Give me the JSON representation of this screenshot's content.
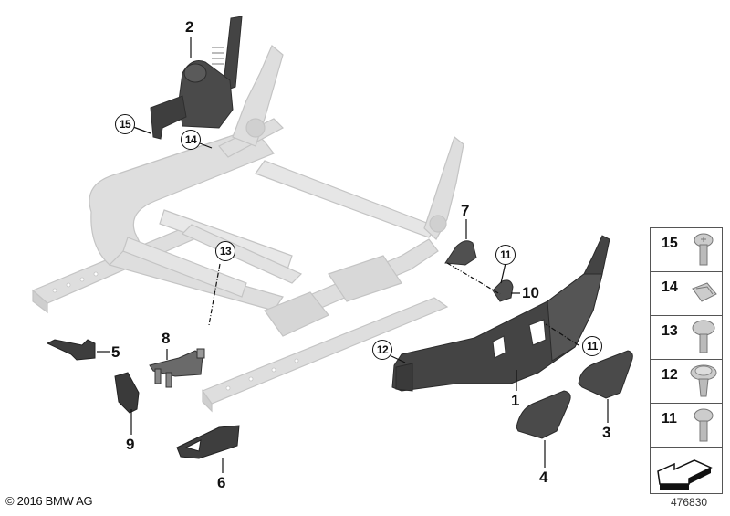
{
  "diagram": {
    "title": "Seat frame trim panels and covers (exploded parts diagram)",
    "callouts": [
      {
        "id": "2",
        "label": "2",
        "style": "plain",
        "part": "upper trim cover / recliner cover"
      },
      {
        "id": "15a",
        "label": "15",
        "style": "circle",
        "part": "screw"
      },
      {
        "id": "14a",
        "label": "14",
        "style": "circle",
        "part": "clip nut"
      },
      {
        "id": "7",
        "label": "7",
        "style": "plain",
        "part": "bracket"
      },
      {
        "id": "11a",
        "label": "11",
        "style": "circle",
        "part": "screw"
      },
      {
        "id": "10",
        "label": "10",
        "style": "plain",
        "part": "holder"
      },
      {
        "id": "13a",
        "label": "13",
        "style": "circle",
        "part": "screw"
      },
      {
        "id": "8",
        "label": "8",
        "style": "plain",
        "part": "bracket"
      },
      {
        "id": "5",
        "label": "5",
        "style": "plain",
        "part": "cover"
      },
      {
        "id": "12a",
        "label": "12",
        "style": "circle",
        "part": "screw"
      },
      {
        "id": "11b",
        "label": "11",
        "style": "circle",
        "part": "screw"
      },
      {
        "id": "1",
        "label": "1",
        "style": "plain",
        "part": "side trim panel"
      },
      {
        "id": "9",
        "label": "9",
        "style": "plain",
        "part": "cover"
      },
      {
        "id": "3",
        "label": "3",
        "style": "plain",
        "part": "switch knob"
      },
      {
        "id": "6",
        "label": "6",
        "style": "plain",
        "part": "cover"
      },
      {
        "id": "4",
        "label": "4",
        "style": "plain",
        "part": "switch knob"
      }
    ]
  },
  "legend": {
    "items": [
      {
        "number": "15",
        "icon": "torx-cap-screw-icon"
      },
      {
        "number": "14",
        "icon": "clip-nut-icon"
      },
      {
        "number": "13",
        "icon": "pan-head-screw-icon"
      },
      {
        "number": "12",
        "icon": "flange-head-screw-icon"
      },
      {
        "number": "11",
        "icon": "oval-head-screw-icon"
      }
    ],
    "orientation_icon": "direction-arrow-icon"
  },
  "footer": {
    "copyright": "© 2016 BMW AG",
    "diagram_number": "476830"
  },
  "colors": {
    "frame": "#d9d9d9",
    "frame_edge": "#bdbdbd",
    "part_dark": "#3d3d3d",
    "part_mid": "#555555",
    "part_light": "#7a7a7a",
    "text": "#111111"
  }
}
